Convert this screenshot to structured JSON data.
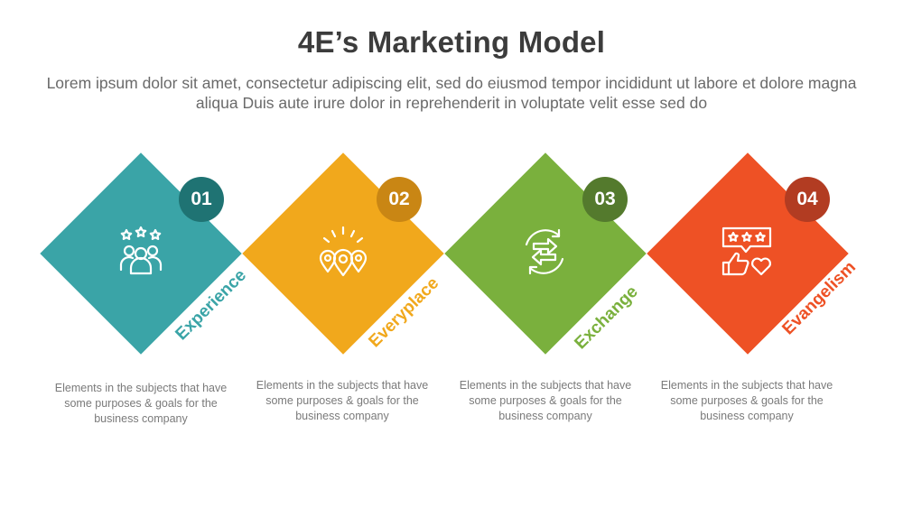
{
  "title": "4E’s Marketing Model",
  "subtitle": "Lorem ipsum dolor sit amet, consectetur adipiscing elit, sed do eiusmod tempor incididunt ut labore et dolore magna aliqua Duis aute irure dolor in reprehenderit in voluptate velit esse sed do",
  "steps": [
    {
      "number": "01",
      "label": "Experience",
      "description": "Elements in the subjects that have  some purposes & goals for the  business company",
      "icon": "people-rating-icon",
      "color": "#3aa4a7",
      "badge_color": "#1f7373"
    },
    {
      "number": "02",
      "label": "Everyplace",
      "description": "Elements in the subjects that have  some purposes & goals for the  business company",
      "icon": "location-pins-icon",
      "color": "#f1a81c",
      "badge_color": "#c98614"
    },
    {
      "number": "03",
      "label": "Exchange",
      "description": "Elements in the subjects that have  some purposes & goals for the  business company",
      "icon": "exchange-arrows-icon",
      "color": "#7ab03d",
      "badge_color": "#547a2d"
    },
    {
      "number": "04",
      "label": "Evangelism",
      "description": "Elements in the subjects that have  some purposes & goals for the  business company",
      "icon": "review-like-icon",
      "color": "#ee5125",
      "badge_color": "#b23c22"
    }
  ]
}
